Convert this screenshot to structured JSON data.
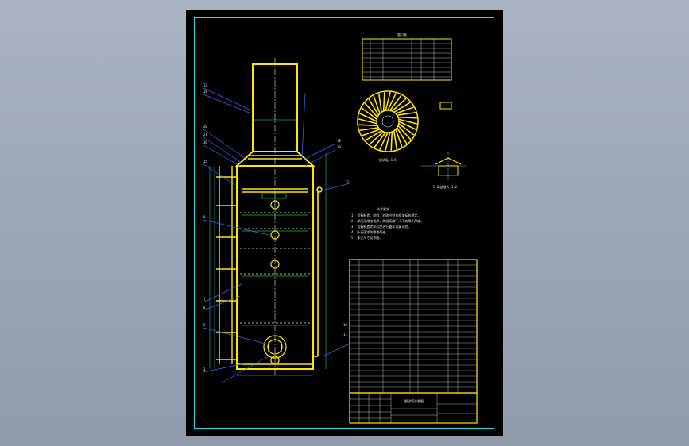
{
  "drawing": {
    "notes_heading": "技术要求",
    "notes": [
      "1. 设备制造、检验、验收应符合相关标准规定。",
      "2. 焊接采用电弧焊，焊缝高度不小于较薄件厚度。",
      "3. 设备制造完毕后应进行盛水试漏试验。",
      "4. 外表面涂防锈漆两遍。",
      "5. 未注尺寸见详图。"
    ],
    "nozzle_table_title": "管口表",
    "title_block_name": "脱硫塔总装图",
    "detail_labels": [
      "旋流板 1:5",
      "I 局部放大 1:2"
    ],
    "colors": {
      "frame": "#1ee0e0",
      "outline": "#ffe600",
      "leader": "#3a6bff",
      "hatch": "#20c020",
      "text": "#e8e8e8",
      "background": "#000000"
    }
  }
}
